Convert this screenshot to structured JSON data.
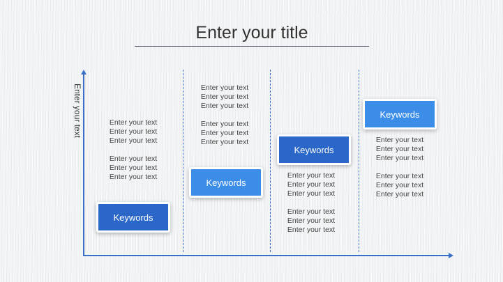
{
  "slide": {
    "title": "Enter your title",
    "y_axis_label": "Enter your text"
  },
  "colors": {
    "accent_dark": "#2a67c8",
    "accent_light": "#3b8de8",
    "axis": "#3a6fc7"
  },
  "steps": [
    {
      "keyword": "Keywords",
      "paragraphs": [
        [
          "Enter your text",
          "Enter your text",
          "Enter your text"
        ],
        [
          "Enter your text",
          "Enter your text",
          "Enter your text"
        ]
      ]
    },
    {
      "keyword": "Keywords",
      "paragraphs": [
        [
          "Enter your text",
          "Enter your text",
          "Enter your text"
        ],
        [
          "Enter your text",
          "Enter your text",
          "Enter your text"
        ]
      ]
    },
    {
      "keyword": "Keywords",
      "paragraphs": [
        [
          "Enter your text",
          "Enter your text",
          "Enter your text"
        ],
        [
          "Enter your text",
          "Enter your text",
          "Enter your text"
        ]
      ]
    },
    {
      "keyword": "Keywords",
      "paragraphs": [
        [
          "Enter your text",
          "Enter your text",
          "Enter your text"
        ],
        [
          "Enter your text",
          "Enter your text",
          "Enter your text"
        ]
      ]
    }
  ]
}
